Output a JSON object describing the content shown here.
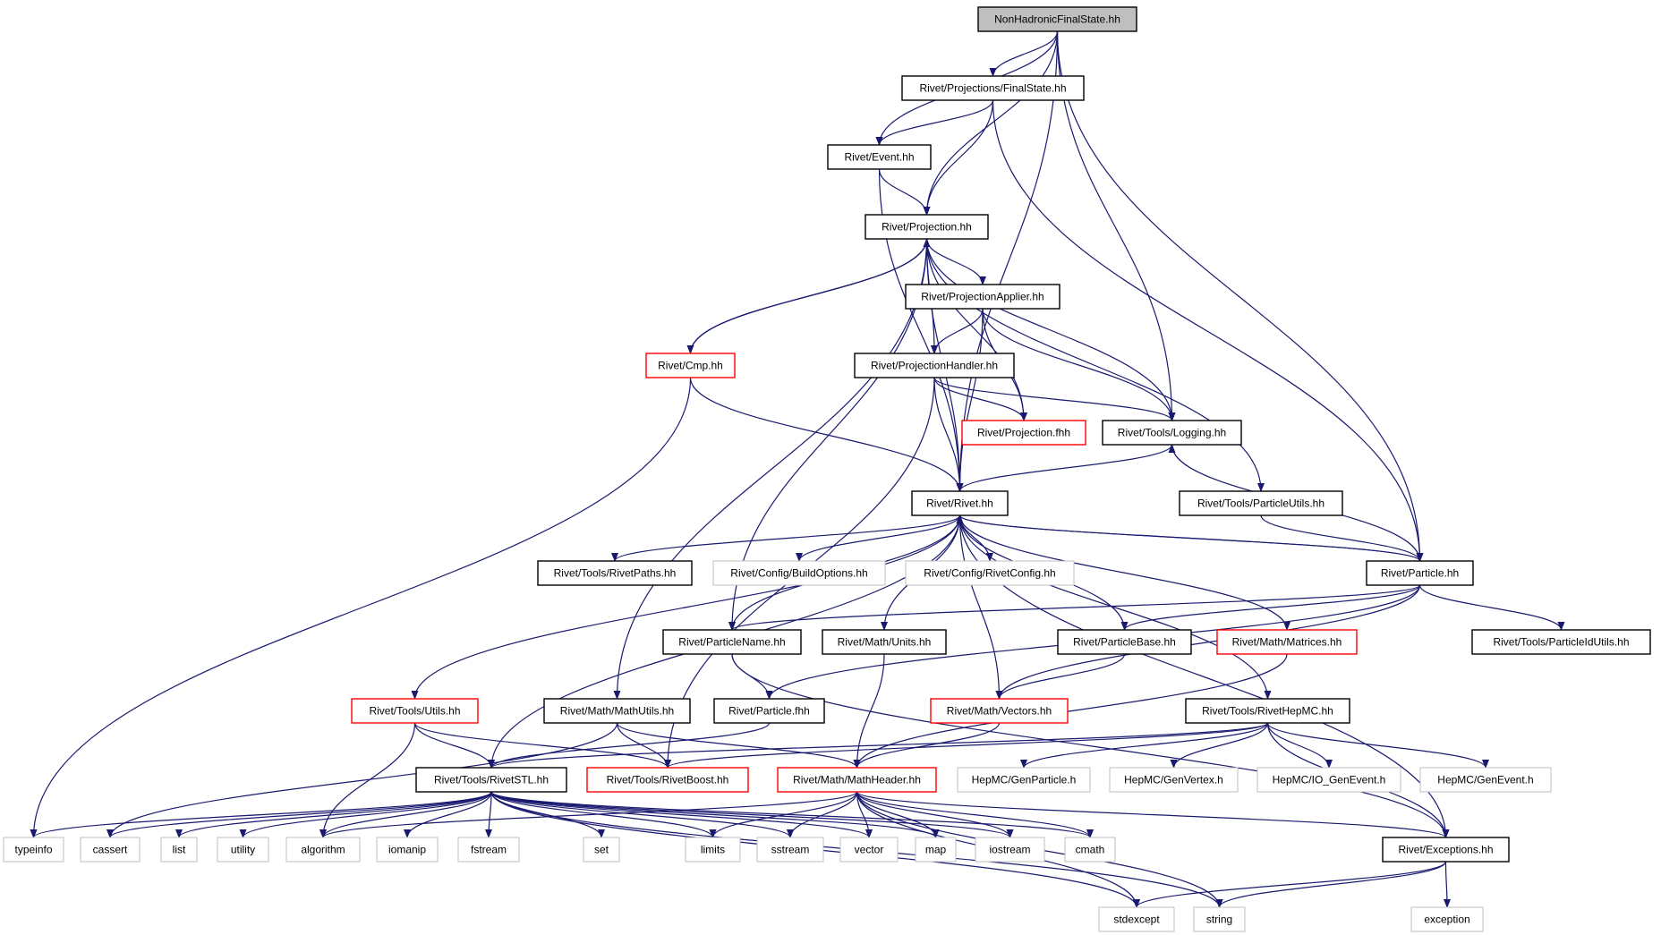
{
  "diagram": {
    "nodes": [
      {
        "id": "NonHadronicFinalState.hh",
        "label": "NonHadronicFinalState.hh",
        "style": "root"
      },
      {
        "id": "Rivet/Projections/FinalState.hh",
        "label": "Rivet/Projections/FinalState.hh",
        "style": "normal"
      },
      {
        "id": "Rivet/Event.hh",
        "label": "Rivet/Event.hh",
        "style": "normal"
      },
      {
        "id": "Rivet/Projection.hh",
        "label": "Rivet/Projection.hh",
        "style": "normal"
      },
      {
        "id": "Rivet/ProjectionApplier.hh",
        "label": "Rivet/ProjectionApplier.hh",
        "style": "normal"
      },
      {
        "id": "Rivet/Cmp.hh",
        "label": "Rivet/Cmp.hh",
        "style": "red"
      },
      {
        "id": "Rivet/ProjectionHandler.hh",
        "label": "Rivet/ProjectionHandler.hh",
        "style": "normal"
      },
      {
        "id": "Rivet/Projection.fhh",
        "label": "Rivet/Projection.fhh",
        "style": "red"
      },
      {
        "id": "Rivet/Tools/Logging.hh",
        "label": "Rivet/Tools/Logging.hh",
        "style": "normal"
      },
      {
        "id": "Rivet/Rivet.hh",
        "label": "Rivet/Rivet.hh",
        "style": "normal"
      },
      {
        "id": "Rivet/Tools/ParticleUtils.hh",
        "label": "Rivet/Tools/ParticleUtils.hh",
        "style": "normal"
      },
      {
        "id": "Rivet/Tools/RivetPaths.hh",
        "label": "Rivet/Tools/RivetPaths.hh",
        "style": "normal"
      },
      {
        "id": "Rivet/Config/BuildOptions.hh",
        "label": "Rivet/Config/BuildOptions.hh",
        "style": "gray"
      },
      {
        "id": "Rivet/Config/RivetConfig.hh",
        "label": "Rivet/Config/RivetConfig.hh",
        "style": "gray"
      },
      {
        "id": "Rivet/Particle.hh",
        "label": "Rivet/Particle.hh",
        "style": "normal"
      },
      {
        "id": "Rivet/ParticleName.hh",
        "label": "Rivet/ParticleName.hh",
        "style": "normal"
      },
      {
        "id": "Rivet/Math/Units.hh",
        "label": "Rivet/Math/Units.hh",
        "style": "normal"
      },
      {
        "id": "Rivet/ParticleBase.hh",
        "label": "Rivet/ParticleBase.hh",
        "style": "normal"
      },
      {
        "id": "Rivet/Math/Matrices.hh",
        "label": "Rivet/Math/Matrices.hh",
        "style": "red"
      },
      {
        "id": "Rivet/Tools/ParticleIdUtils.hh",
        "label": "Rivet/Tools/ParticleIdUtils.hh",
        "style": "normal"
      },
      {
        "id": "Rivet/Tools/Utils.hh",
        "label": "Rivet/Tools/Utils.hh",
        "style": "red"
      },
      {
        "id": "Rivet/Math/MathUtils.hh",
        "label": "Rivet/Math/MathUtils.hh",
        "style": "normal"
      },
      {
        "id": "Rivet/Particle.fhh",
        "label": "Rivet/Particle.fhh",
        "style": "normal"
      },
      {
        "id": "Rivet/Math/Vectors.hh",
        "label": "Rivet/Math/Vectors.hh",
        "style": "red"
      },
      {
        "id": "Rivet/Tools/RivetHepMC.hh",
        "label": "Rivet/Tools/RivetHepMC.hh",
        "style": "normal"
      },
      {
        "id": "Rivet/Tools/RivetSTL.hh",
        "label": "Rivet/Tools/RivetSTL.hh",
        "style": "normal"
      },
      {
        "id": "Rivet/Tools/RivetBoost.hh",
        "label": "Rivet/Tools/RivetBoost.hh",
        "style": "red"
      },
      {
        "id": "Rivet/Math/MathHeader.hh",
        "label": "Rivet/Math/MathHeader.hh",
        "style": "red"
      },
      {
        "id": "HepMC/GenParticle.h",
        "label": "HepMC/GenParticle.h",
        "style": "gray"
      },
      {
        "id": "HepMC/GenVertex.h",
        "label": "HepMC/GenVertex.h",
        "style": "gray"
      },
      {
        "id": "HepMC/IO_GenEvent.h",
        "label": "HepMC/IO_GenEvent.h",
        "style": "gray"
      },
      {
        "id": "HepMC/GenEvent.h",
        "label": "HepMC/GenEvent.h",
        "style": "gray"
      },
      {
        "id": "typeinfo",
        "label": "typeinfo",
        "style": "gray"
      },
      {
        "id": "cassert",
        "label": "cassert",
        "style": "gray"
      },
      {
        "id": "list",
        "label": "list",
        "style": "gray"
      },
      {
        "id": "utility",
        "label": "utility",
        "style": "gray"
      },
      {
        "id": "algorithm",
        "label": "algorithm",
        "style": "gray"
      },
      {
        "id": "iomanip",
        "label": "iomanip",
        "style": "gray"
      },
      {
        "id": "fstream",
        "label": "fstream",
        "style": "gray"
      },
      {
        "id": "set",
        "label": "set",
        "style": "gray"
      },
      {
        "id": "limits",
        "label": "limits",
        "style": "gray"
      },
      {
        "id": "sstream",
        "label": "sstream",
        "style": "gray"
      },
      {
        "id": "vector",
        "label": "vector",
        "style": "gray"
      },
      {
        "id": "map",
        "label": "map",
        "style": "gray"
      },
      {
        "id": "iostream",
        "label": "iostream",
        "style": "gray"
      },
      {
        "id": "cmath",
        "label": "cmath",
        "style": "gray"
      },
      {
        "id": "Rivet/Exceptions.hh",
        "label": "Rivet/Exceptions.hh",
        "style": "normal"
      },
      {
        "id": "stdexcept",
        "label": "stdexcept",
        "style": "gray"
      },
      {
        "id": "string",
        "label": "string",
        "style": "gray"
      },
      {
        "id": "exception",
        "label": "exception",
        "style": "gray"
      }
    ],
    "edges": [
      [
        "NonHadronicFinalState.hh",
        "Rivet/Projections/FinalState.hh"
      ],
      [
        "NonHadronicFinalState.hh",
        "Rivet/Event.hh"
      ],
      [
        "NonHadronicFinalState.hh",
        "Rivet/Projection.hh"
      ],
      [
        "NonHadronicFinalState.hh",
        "Rivet/Tools/Logging.hh"
      ],
      [
        "NonHadronicFinalState.hh",
        "Rivet/Rivet.hh"
      ],
      [
        "NonHadronicFinalState.hh",
        "Rivet/Particle.hh"
      ],
      [
        "Rivet/Projections/FinalState.hh",
        "Rivet/Event.hh"
      ],
      [
        "Rivet/Projections/FinalState.hh",
        "Rivet/Projection.hh"
      ],
      [
        "Rivet/Projections/FinalState.hh",
        "Rivet/Particle.hh"
      ],
      [
        "Rivet/Event.hh",
        "Rivet/Projection.hh"
      ],
      [
        "Rivet/Event.hh",
        "Rivet/Rivet.hh"
      ],
      [
        "Rivet/Projection.hh",
        "Rivet/ProjectionApplier.hh"
      ],
      [
        "Rivet/Projection.hh",
        "Rivet/ProjectionHandler.hh"
      ],
      [
        "Rivet/Projection.hh",
        "Rivet/Cmp.hh"
      ],
      [
        "Rivet/Projection.hh",
        "Rivet/Projection.fhh"
      ],
      [
        "Rivet/Projection.hh",
        "Rivet/Tools/Logging.hh"
      ],
      [
        "Rivet/Projection.hh",
        "Rivet/Rivet.hh"
      ],
      [
        "Rivet/Projection.hh",
        "Rivet/Tools/ParticleUtils.hh"
      ],
      [
        "Rivet/Projection.hh",
        "Rivet/ParticleName.hh"
      ],
      [
        "Rivet/Projection.hh",
        "Rivet/Math/MathUtils.hh"
      ],
      [
        "Rivet/Cmp.hh",
        "Rivet/Projection.hh"
      ],
      [
        "Rivet/Cmp.hh",
        "Rivet/Rivet.hh"
      ],
      [
        "Rivet/Cmp.hh",
        "typeinfo"
      ],
      [
        "Rivet/ProjectionApplier.hh",
        "Rivet/ProjectionHandler.hh"
      ],
      [
        "Rivet/ProjectionApplier.hh",
        "Rivet/Projection.fhh"
      ],
      [
        "Rivet/ProjectionApplier.hh",
        "Rivet/Tools/Logging.hh"
      ],
      [
        "Rivet/ProjectionApplier.hh",
        "Rivet/Rivet.hh"
      ],
      [
        "Rivet/ProjectionHandler.hh",
        "Rivet/Projection.fhh"
      ],
      [
        "Rivet/ProjectionHandler.hh",
        "Rivet/Tools/Logging.hh"
      ],
      [
        "Rivet/ProjectionHandler.hh",
        "Rivet/Rivet.hh"
      ],
      [
        "Rivet/ProjectionHandler.hh",
        "Rivet/Tools/RivetBoost.hh"
      ],
      [
        "Rivet/Tools/Logging.hh",
        "Rivet/Rivet.hh"
      ],
      [
        "Rivet/Rivet.hh",
        "Rivet/Tools/RivetPaths.hh"
      ],
      [
        "Rivet/Rivet.hh",
        "Rivet/Config/BuildOptions.hh"
      ],
      [
        "Rivet/Rivet.hh",
        "Rivet/Config/RivetConfig.hh"
      ],
      [
        "Rivet/Rivet.hh",
        "Rivet/Particle.hh"
      ],
      [
        "Rivet/Rivet.hh",
        "Rivet/ParticleName.hh"
      ],
      [
        "Rivet/Rivet.hh",
        "Rivet/Math/Units.hh"
      ],
      [
        "Rivet/Rivet.hh",
        "Rivet/Math/Vectors.hh"
      ],
      [
        "Rivet/Rivet.hh",
        "Rivet/Math/Matrices.hh"
      ],
      [
        "Rivet/Rivet.hh",
        "Rivet/Tools/Utils.hh"
      ],
      [
        "Rivet/Rivet.hh",
        "Rivet/Tools/RivetSTL.hh"
      ],
      [
        "Rivet/Rivet.hh",
        "Rivet/Tools/RivetHepMC.hh"
      ],
      [
        "Rivet/Rivet.hh",
        "Rivet/Exceptions.hh"
      ],
      [
        "Rivet/ParticleBase.hh",
        "Rivet/Rivet.hh"
      ],
      [
        "Rivet/ParticleBase.hh",
        "Rivet/Math/Vectors.hh"
      ],
      [
        "Rivet/Particle.hh",
        "Rivet/Rivet.hh"
      ],
      [
        "Rivet/Particle.hh",
        "Rivet/Tools/Logging.hh"
      ],
      [
        "Rivet/Particle.hh",
        "Rivet/ParticleName.hh"
      ],
      [
        "Rivet/Particle.hh",
        "Rivet/ParticleBase.hh"
      ],
      [
        "Rivet/Particle.hh",
        "Rivet/Particle.fhh"
      ],
      [
        "Rivet/Particle.hh",
        "Rivet/Tools/ParticleIdUtils.hh"
      ],
      [
        "Rivet/Particle.hh",
        "Rivet/Math/Vectors.hh"
      ],
      [
        "Rivet/Tools/ParticleUtils.hh",
        "Rivet/Particle.hh"
      ],
      [
        "Rivet/ParticleName.hh",
        "Rivet/Particle.fhh"
      ],
      [
        "Rivet/ParticleName.hh",
        "Rivet/Exceptions.hh"
      ],
      [
        "Rivet/Math/Units.hh",
        "Rivet/Math/MathHeader.hh"
      ],
      [
        "Rivet/Math/Matrices.hh",
        "Rivet/Math/MathHeader.hh"
      ],
      [
        "Rivet/Math/Vectors.hh",
        "Rivet/Math/MathHeader.hh"
      ],
      [
        "Rivet/Particle.fhh",
        "Rivet/Tools/RivetSTL.hh"
      ],
      [
        "Rivet/Tools/Utils.hh",
        "Rivet/Tools/RivetSTL.hh"
      ],
      [
        "Rivet/Tools/Utils.hh",
        "Rivet/Tools/RivetBoost.hh"
      ],
      [
        "Rivet/Tools/Utils.hh",
        "algorithm"
      ],
      [
        "Rivet/Math/MathUtils.hh",
        "Rivet/Tools/RivetBoost.hh"
      ],
      [
        "Rivet/Math/MathUtils.hh",
        "Rivet/Math/MathHeader.hh"
      ],
      [
        "Rivet/Math/MathUtils.hh",
        "cassert"
      ],
      [
        "Rivet/Tools/RivetHepMC.hh",
        "HepMC/GenParticle.h"
      ],
      [
        "Rivet/Tools/RivetHepMC.hh",
        "HepMC/GenVertex.h"
      ],
      [
        "Rivet/Tools/RivetHepMC.hh",
        "HepMC/IO_GenEvent.h"
      ],
      [
        "Rivet/Tools/RivetHepMC.hh",
        "HepMC/GenEvent.h"
      ],
      [
        "Rivet/Tools/RivetHepMC.hh",
        "Rivet/Tools/RivetSTL.hh"
      ],
      [
        "Rivet/Tools/RivetHepMC.hh",
        "Rivet/Tools/RivetBoost.hh"
      ],
      [
        "Rivet/Tools/RivetHepMC.hh",
        "Rivet/Exceptions.hh"
      ],
      [
        "Rivet/Tools/RivetSTL.hh",
        "typeinfo"
      ],
      [
        "Rivet/Tools/RivetSTL.hh",
        "cassert"
      ],
      [
        "Rivet/Tools/RivetSTL.hh",
        "list"
      ],
      [
        "Rivet/Tools/RivetSTL.hh",
        "utility"
      ],
      [
        "Rivet/Tools/RivetSTL.hh",
        "algorithm"
      ],
      [
        "Rivet/Tools/RivetSTL.hh",
        "iomanip"
      ],
      [
        "Rivet/Tools/RivetSTL.hh",
        "fstream"
      ],
      [
        "Rivet/Tools/RivetSTL.hh",
        "set"
      ],
      [
        "Rivet/Tools/RivetSTL.hh",
        "limits"
      ],
      [
        "Rivet/Tools/RivetSTL.hh",
        "sstream"
      ],
      [
        "Rivet/Tools/RivetSTL.hh",
        "vector"
      ],
      [
        "Rivet/Tools/RivetSTL.hh",
        "map"
      ],
      [
        "Rivet/Tools/RivetSTL.hh",
        "iostream"
      ],
      [
        "Rivet/Tools/RivetSTL.hh",
        "cmath"
      ],
      [
        "Rivet/Tools/RivetSTL.hh",
        "stdexcept"
      ],
      [
        "Rivet/Tools/RivetSTL.hh",
        "string"
      ],
      [
        "Rivet/Math/MathHeader.hh",
        "Rivet/Exceptions.hh"
      ],
      [
        "Rivet/Math/MathHeader.hh",
        "limits"
      ],
      [
        "Rivet/Math/MathHeader.hh",
        "sstream"
      ],
      [
        "Rivet/Math/MathHeader.hh",
        "vector"
      ],
      [
        "Rivet/Math/MathHeader.hh",
        "map"
      ],
      [
        "Rivet/Math/MathHeader.hh",
        "iostream"
      ],
      [
        "Rivet/Math/MathHeader.hh",
        "cmath"
      ],
      [
        "Rivet/Math/MathHeader.hh",
        "algorithm"
      ],
      [
        "Rivet/Math/MathHeader.hh",
        "stdexcept"
      ],
      [
        "Rivet/Math/MathHeader.hh",
        "string"
      ],
      [
        "Rivet/Exceptions.hh",
        "stdexcept"
      ],
      [
        "Rivet/Exceptions.hh",
        "string"
      ],
      [
        "Rivet/Exceptions.hh",
        "exception"
      ]
    ]
  },
  "colors": {
    "edge": "#191970",
    "normal_border": "#000000",
    "red_border": "#ff0000",
    "gray_border": "#bfbfbf",
    "root_fill": "#bfbfbf",
    "fill": "#ffffff",
    "text": "#000000"
  }
}
